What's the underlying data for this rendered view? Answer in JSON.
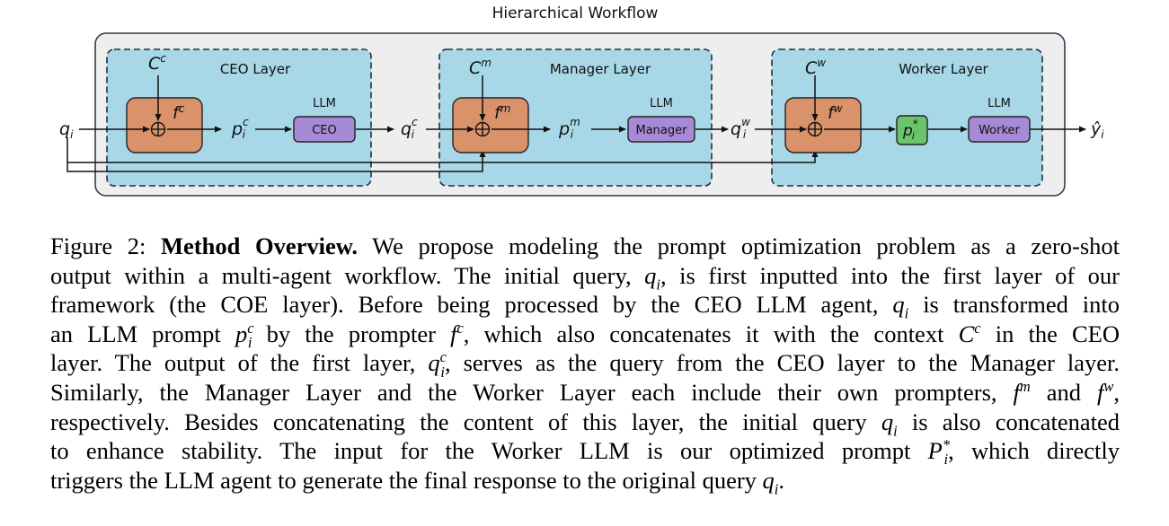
{
  "figure": {
    "title": "Hierarchical Workflow",
    "input": "q",
    "output": "ŷ",
    "index": "i",
    "llm_label": "LLM",
    "colors": {
      "outer_bg": "#eeeeee",
      "layer_bg": "#a8d8e8",
      "prompter": "#d9926a",
      "llm_box": "#a78ad6",
      "optimized": "#6cc46a"
    },
    "layers": [
      {
        "name": "CEO Layer",
        "context": "C",
        "ctx_sup": "c",
        "prompter": "f",
        "prompter_sup": "c",
        "prompt": "p",
        "prompt_sup": "c",
        "agent": "CEO",
        "out": "q",
        "out_sup": "c"
      },
      {
        "name": "Manager Layer",
        "context": "C",
        "ctx_sup": "m",
        "prompter": "f",
        "prompter_sup": "m",
        "prompt": "p",
        "prompt_sup": "m",
        "agent": "Manager",
        "out": "q",
        "out_sup": "w"
      },
      {
        "name": "Worker Layer",
        "context": "C",
        "ctx_sup": "w",
        "prompter": "f",
        "prompter_sup": "w",
        "prompt": "p",
        "prompt_sup": "*",
        "agent": "Worker"
      }
    ]
  },
  "caption": {
    "lines": [
      [
        "Figure 2: ",
        {
          "b": "Method Overview."
        },
        " We propose modeling the prompt optimization problem as a zero-shot"
      ],
      [
        "output within a multi-agent workflow. The initial query, ",
        {
          "m": "q",
          "sub": "i"
        },
        ", is first inputted into the first layer of our"
      ],
      [
        "framework (the COE layer). Before being processed by the CEO LLM agent, ",
        {
          "m": "q",
          "sub": "i"
        },
        " is transformed into"
      ],
      [
        "an LLM prompt ",
        {
          "m": "p",
          "sub": "i",
          "sup": "c"
        },
        " by the prompter ",
        {
          "m": "f",
          "sup": "c"
        },
        ", which also concatenates it with the context ",
        {
          "m": "C",
          "sup": "c"
        },
        " in the CEO"
      ],
      [
        "layer. The output of the first layer, ",
        {
          "m": "q",
          "sub": "i",
          "sup": "c"
        },
        ", serves as the query from the CEO layer to the Manager layer."
      ],
      [
        "Similarly, the Manager Layer and the Worker Layer each include their own prompters, ",
        {
          "m": "f",
          "sup": "m"
        },
        " and ",
        {
          "m": "f",
          "sup": "w"
        },
        ","
      ],
      [
        "respectively. Besides concatenating the content of this layer, the initial query ",
        {
          "m": "q",
          "sub": "i"
        },
        " is also concatenated"
      ],
      [
        "to enhance stability.  The input for the Worker LLM is our optimized prompt ",
        {
          "m": "P",
          "sub": "i",
          "sup": "*"
        },
        ", which directly"
      ],
      [
        "triggers the LLM agent to generate the final response to the original query ",
        {
          "m": "q",
          "sub": "i"
        },
        "."
      ]
    ]
  }
}
